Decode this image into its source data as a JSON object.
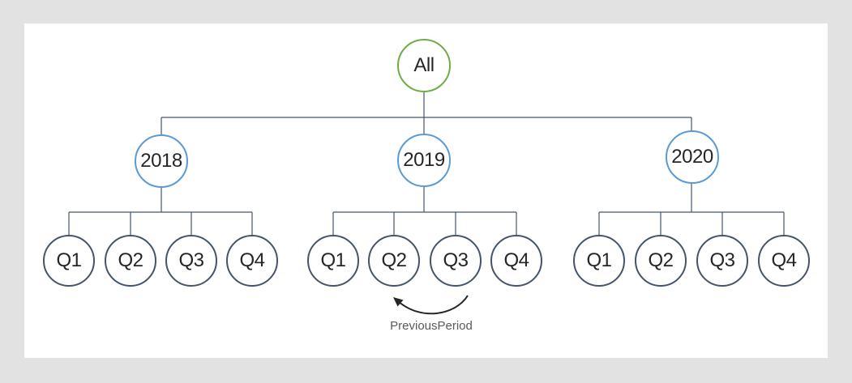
{
  "page": {
    "background": "#e2e2e2",
    "canvas_background": "#ffffff"
  },
  "colors": {
    "root_node_border": "#70ad47",
    "year_node_border": "#5b9bd5",
    "quarter_node_border": "#44546a",
    "connector_line": "#44546a",
    "arrow": "#262626",
    "node_text": "#262626",
    "annotation_text": "#595959"
  },
  "tree": {
    "root": {
      "label": "All"
    },
    "years": [
      {
        "label": "2018",
        "quarters": [
          "Q1",
          "Q2",
          "Q3",
          "Q4"
        ]
      },
      {
        "label": "2019",
        "quarters": [
          "Q1",
          "Q2",
          "Q3",
          "Q4"
        ]
      },
      {
        "label": "2020",
        "quarters": [
          "Q1",
          "Q2",
          "Q3",
          "Q4"
        ]
      }
    ]
  },
  "annotation": {
    "label": "PreviousPeriod"
  }
}
